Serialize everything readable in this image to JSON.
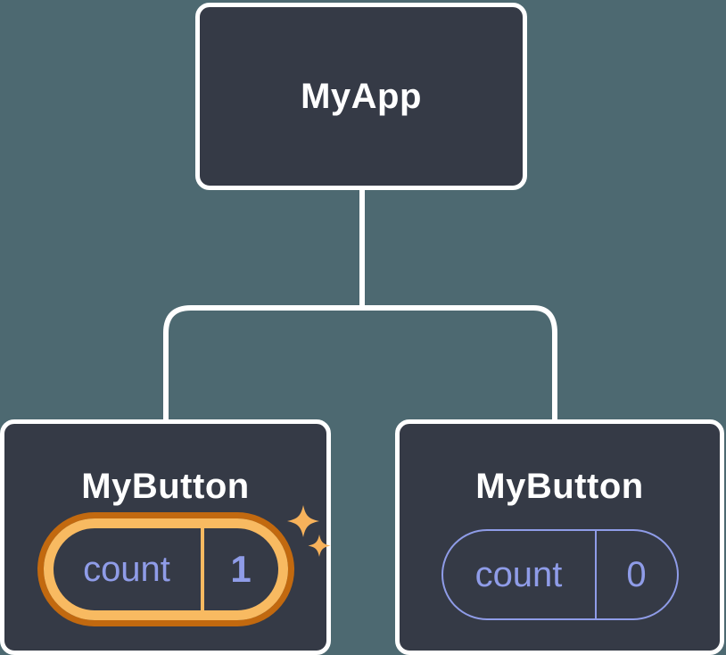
{
  "diagram": {
    "description": "component-tree-with-state",
    "root": {
      "label": "MyApp"
    },
    "children": [
      {
        "label": "MyButton",
        "state_name": "count",
        "state_value": "1",
        "highlighted": true
      },
      {
        "label": "MyButton",
        "state_name": "count",
        "state_value": "0",
        "highlighted": false
      }
    ]
  },
  "colors": {
    "background": "#4d6971",
    "node_fill": "#353a46",
    "node_border": "#ffffff",
    "connector": "#ffffff",
    "state_purple": "#8f9ce8",
    "highlight_gold": "#f8ba61",
    "highlight_orange_dark": "#c2690f",
    "sparkle_gold": "#f7b25b",
    "title_text": "#ffffff"
  }
}
